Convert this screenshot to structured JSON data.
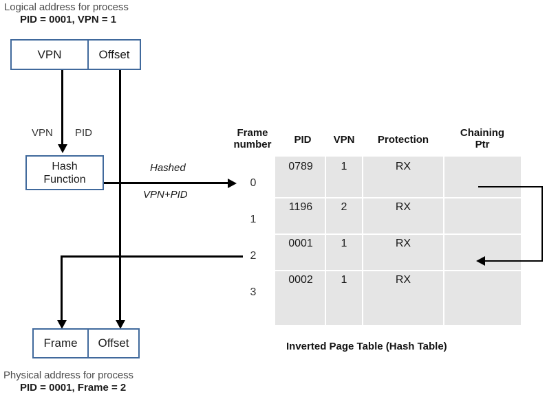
{
  "logical_address": {
    "caption_line1": "Logical address for process",
    "caption_line2": "PID = 0001, VPN = 1",
    "fields": [
      {
        "label": "VPN"
      },
      {
        "label": "Offset"
      }
    ]
  },
  "physical_address": {
    "caption_line1": "Physical address for process",
    "caption_line2": "PID = 0001, Frame = 2",
    "fields": [
      {
        "label": "Frame"
      },
      {
        "label": "Offset"
      }
    ]
  },
  "hash": {
    "box_line1": "Hash",
    "box_line2": "Function",
    "input_label_left": "VPN",
    "input_label_right": "PID",
    "output_label_line1": "Hashed",
    "output_label_line2": "VPN+PID"
  },
  "table": {
    "title": "Inverted Page Table (Hash Table)",
    "frame_number_header_line1": "Frame",
    "frame_number_header_line2": "number",
    "columns": [
      {
        "label": "PID",
        "line2": ""
      },
      {
        "label": "VPN",
        "line2": ""
      },
      {
        "label": "Protection",
        "line2": ""
      },
      {
        "label": "Chaining",
        "line2": "Ptr"
      }
    ],
    "frame_numbers": [
      "0",
      "1",
      "2",
      "3"
    ],
    "rows": [
      {
        "pid": "0789",
        "vpn": "1",
        "protection": "RX",
        "chaining_ptr": ""
      },
      {
        "pid": "1196",
        "vpn": "2",
        "protection": "RX",
        "chaining_ptr": ""
      },
      {
        "pid": "0001",
        "vpn": "1",
        "protection": "RX",
        "chaining_ptr": ""
      },
      {
        "pid": "0002",
        "vpn": "1",
        "protection": "RX",
        "chaining_ptr": ""
      }
    ]
  },
  "colors": {
    "box_border": "#40699c",
    "table_fill": "#e5e5e5",
    "connector": "#000000"
  }
}
